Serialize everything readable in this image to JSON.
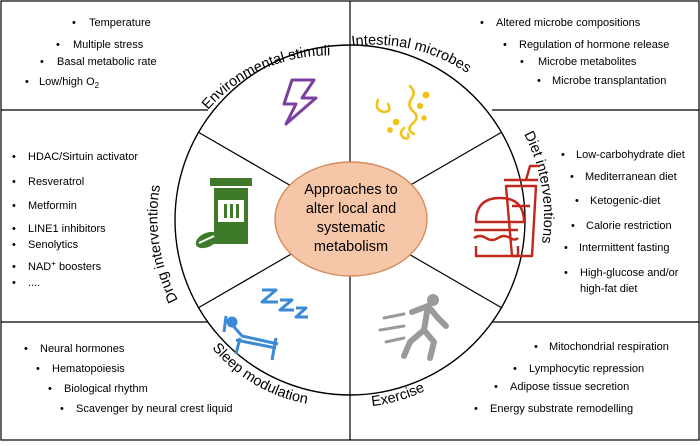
{
  "center": {
    "lines": [
      "Approaches to",
      "alter local and",
      "systematic",
      "metabolism"
    ]
  },
  "colors": {
    "center_fill": "#f5c6a8",
    "center_stroke": "#d88a5a",
    "lightning": "#7b3fa0",
    "microbes": "#f2c21a",
    "pill_bottle": "#3f7a2b",
    "food": "#c0281d",
    "runner": "#9a9a9a",
    "sleep": "#3a8ad6"
  },
  "sectors": {
    "environmental": {
      "label": "Environmental stimuli",
      "icon": "lightning-icon",
      "items": [
        "Temperature",
        "Multiple stress",
        "Basal metabolic rate",
        "Low/high O"
      ],
      "o2_subscript": "2"
    },
    "intestinal": {
      "label": "Intestinal microbes",
      "icon": "microbes-icon",
      "items": [
        "Altered microbe compositions",
        "Regulation of hormone release",
        "Microbe metabolites",
        "Microbe transplantation"
      ]
    },
    "drug": {
      "label": "Drug interventions",
      "icon": "pill-bottle-icon",
      "items": [
        "HDAC/Sirtuin activator",
        "Resveratrol",
        "Metformin",
        "LINE1 inhibitors",
        "Senolytics",
        "NAD",
        "...."
      ],
      "nad_superscript": "+",
      "nad_suffix": " boosters"
    },
    "diet": {
      "label": "Diet interventions",
      "icon": "fast-food-icon",
      "items": [
        "Low-carbohydrate diet",
        "Mediterranean diet",
        "Ketogenic-diet",
        "Calorie restriction",
        "Intermittent fasting",
        "High-glucose and/or",
        "high-fat diet"
      ]
    },
    "sleep": {
      "label": "Sleep modulation",
      "icon": "sleep-icon",
      "items": [
        "Neural hormones",
        "Hematopoiesis",
        "Biological rhythm",
        "Scavenger by neural crest liquid"
      ]
    },
    "exercise": {
      "label": "Exercise",
      "icon": "runner-icon",
      "items": [
        "Mitochondrial respiration",
        "Lymphocytic repression",
        "Adipose tissue secretion",
        "Energy substrate remodelling"
      ]
    }
  }
}
